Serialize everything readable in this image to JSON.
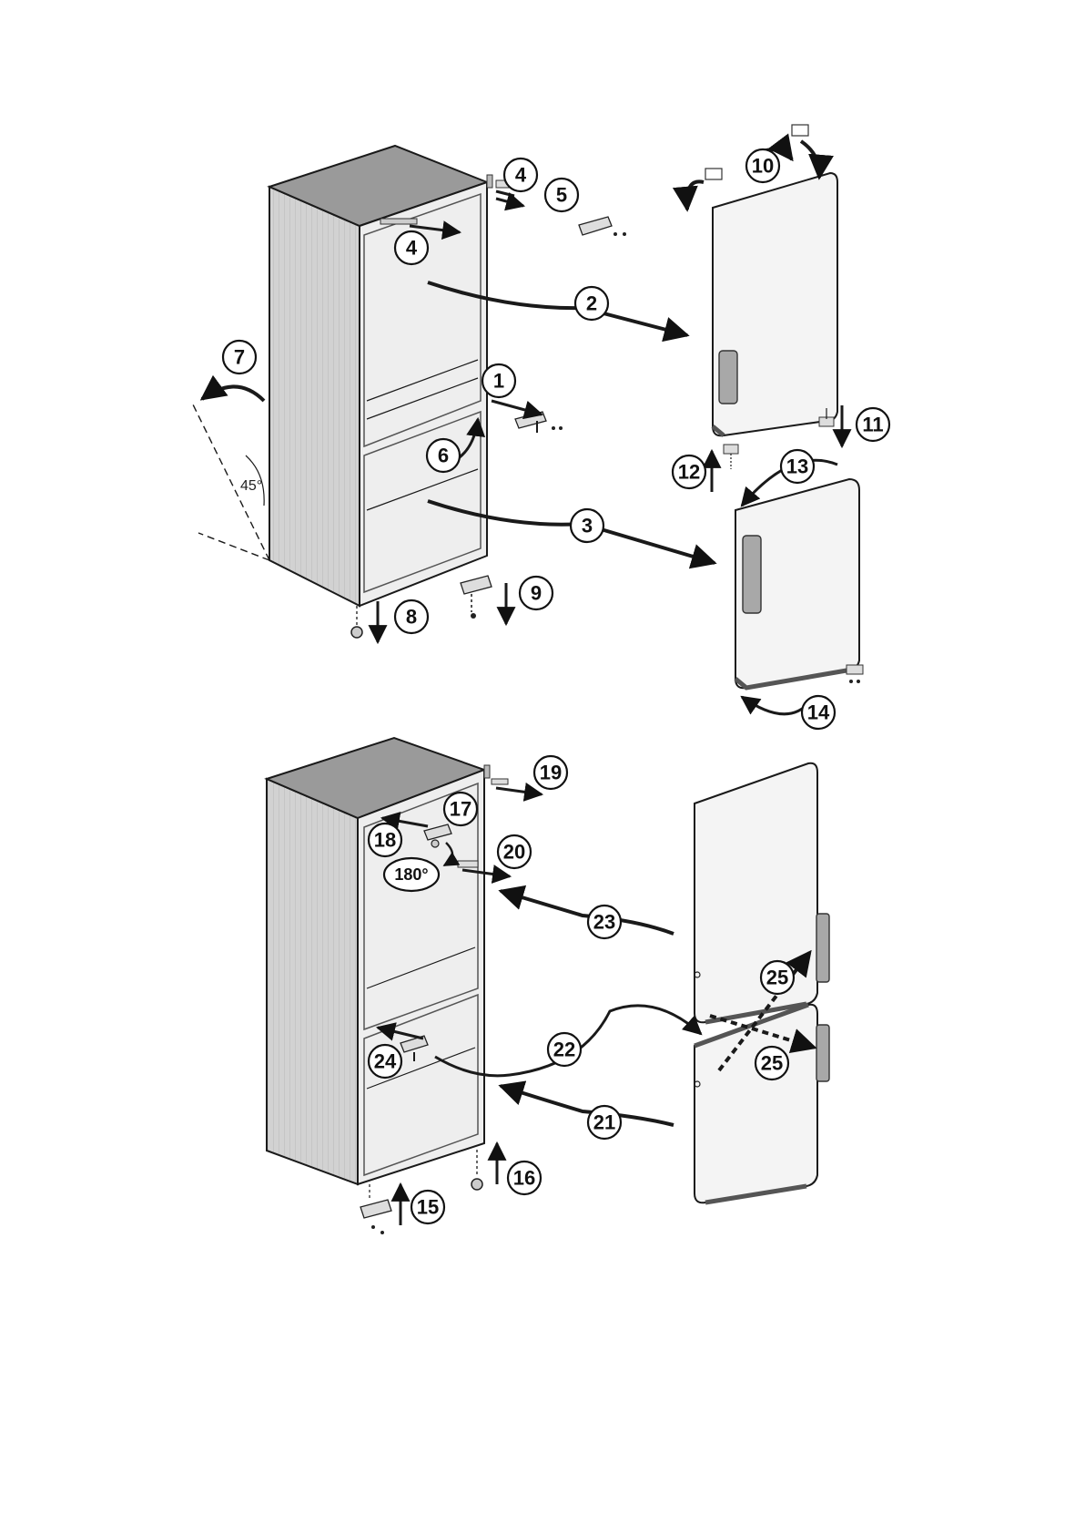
{
  "colors": {
    "cabinet_side": "#c9c9c9",
    "cabinet_top": "#9a9a9a",
    "cabinet_front": "#eeeeee",
    "door_face": "#f4f4f4",
    "door_edge": "#8a8a8a",
    "handle": "#a8a8a8",
    "ink": "#111111"
  },
  "diagram": {
    "angle_label": "45°",
    "rotation_label": "180°",
    "callouts_top": [
      "1",
      "2",
      "3",
      "4",
      "4",
      "5",
      "6",
      "7",
      "8",
      "9",
      "10",
      "11",
      "12",
      "13",
      "14"
    ],
    "callouts_bottom": [
      "15",
      "16",
      "17",
      "18",
      "19",
      "20",
      "21",
      "22",
      "23",
      "24",
      "25",
      "25"
    ]
  }
}
